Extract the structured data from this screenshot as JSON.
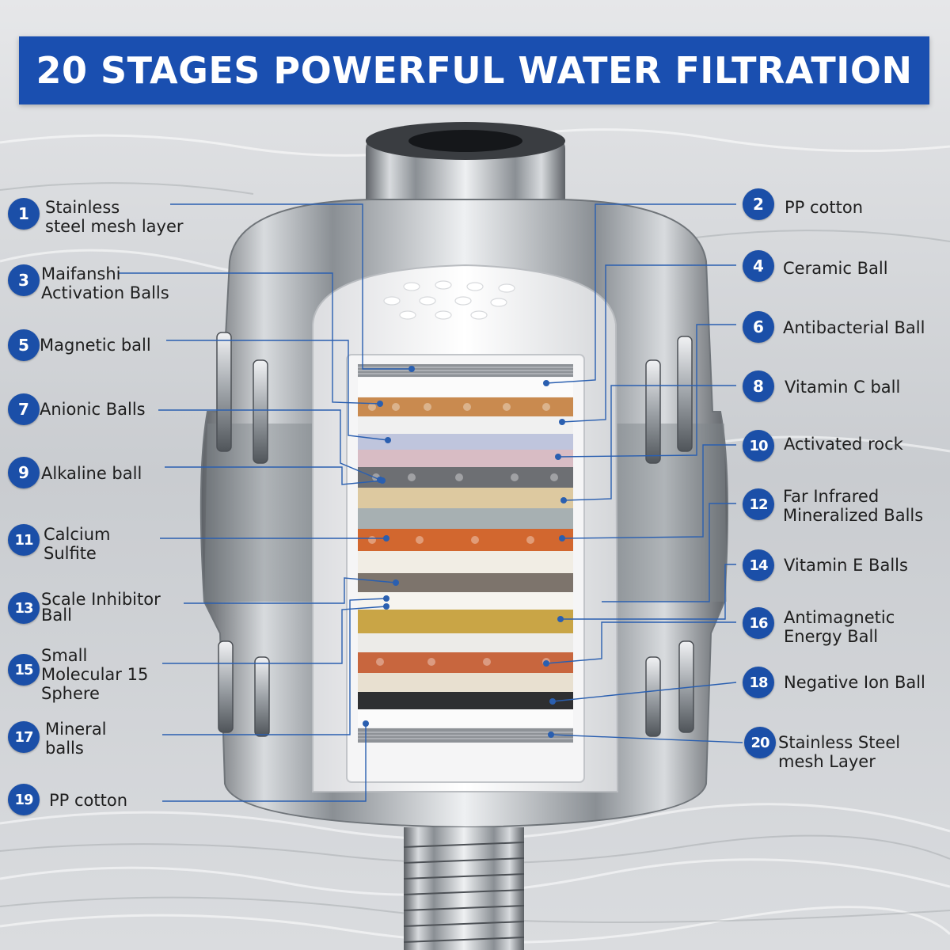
{
  "title": "20 STAGES POWERFUL WATER FILTRATION",
  "colors": {
    "banner": "#1a4fb0",
    "badge": "#1b4fa8",
    "line": "#2a5fb0",
    "text": "#1e1e1e"
  },
  "stages": [
    {
      "n": "1",
      "lines": [
        "Stainless",
        "steel mesh layer"
      ]
    },
    {
      "n": "2",
      "lines": [
        "PP cotton"
      ]
    },
    {
      "n": "3",
      "lines": [
        "Maifanshi",
        "Activation Balls"
      ]
    },
    {
      "n": "4",
      "lines": [
        "Ceramic Ball"
      ]
    },
    {
      "n": "5",
      "lines": [
        "Magnetic ball"
      ]
    },
    {
      "n": "6",
      "lines": [
        "Antibacterial Ball"
      ]
    },
    {
      "n": "7",
      "lines": [
        "Anionic Balls"
      ]
    },
    {
      "n": "8",
      "lines": [
        "Vitamin C ball"
      ]
    },
    {
      "n": "9",
      "lines": [
        "Alkaline ball"
      ]
    },
    {
      "n": "10",
      "lines": [
        "Activated rock"
      ]
    },
    {
      "n": "11",
      "lines": [
        "Calcium",
        "Sulfite"
      ]
    },
    {
      "n": "12",
      "lines": [
        "Far Infrared",
        "Mineralized Balls"
      ]
    },
    {
      "n": "13",
      "lines": [
        "Scale Inhibitor",
        "Ball"
      ]
    },
    {
      "n": "14",
      "lines": [
        "Vitamin E Balls"
      ]
    },
    {
      "n": "15",
      "lines": [
        "Small",
        "Molecular 15",
        "Sphere"
      ]
    },
    {
      "n": "16",
      "lines": [
        "Antimagnetic",
        "Energy Ball"
      ]
    },
    {
      "n": "17",
      "lines": [
        "Mineral",
        "balls"
      ]
    },
    {
      "n": "18",
      "lines": [
        "Negative Ion Ball"
      ]
    },
    {
      "n": "19",
      "lines": [
        "PP cotton"
      ]
    },
    {
      "n": "20",
      "lines": [
        "Stainless Steel",
        "mesh Layer"
      ]
    }
  ]
}
